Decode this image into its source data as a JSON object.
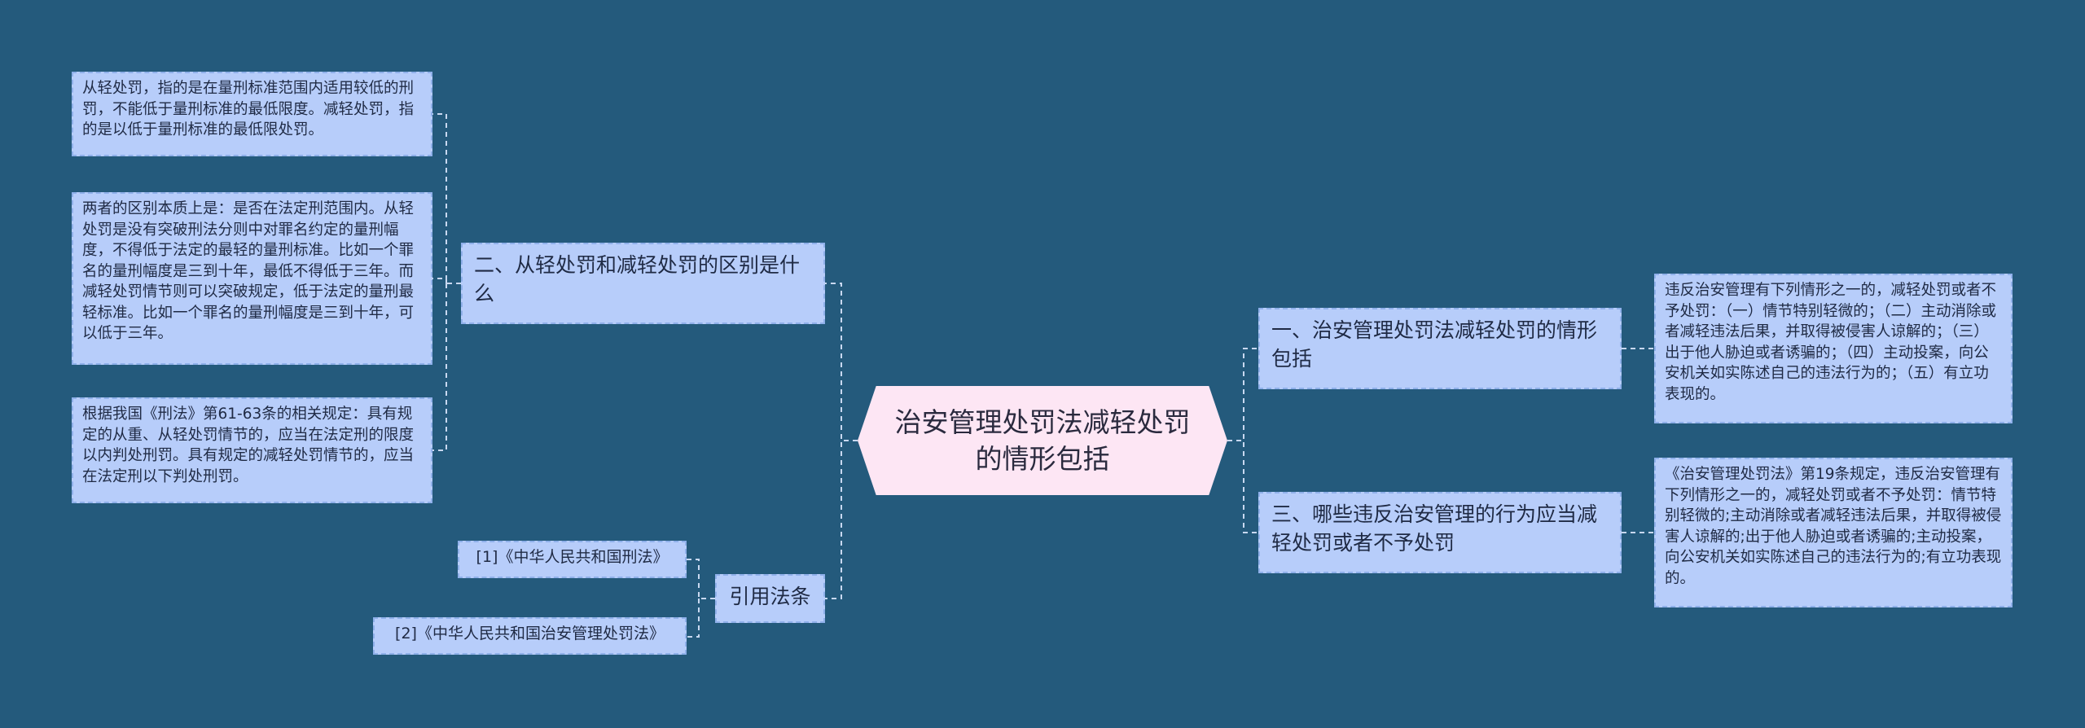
{
  "center": {
    "title": "治安管理处罚法减轻处罚的情形包括"
  },
  "branches": {
    "difference": "二、从轻处罚和减轻处罚的区别是什么",
    "situations": "一、治安管理处罚法减轻处罚的情形包括",
    "violations": "三、哪些违反治安管理的行为应当减轻处罚或者不予处罚",
    "citations": "引用法条"
  },
  "leaves": {
    "definition": "从轻处罚，指的是在量刑标准范围内适用较低的刑罚，不能低于量刑标准的最低限度。减轻处罚，指的是以低于量刑标准的最低限处罚。",
    "essence": "两者的区别本质上是：是否在法定刑范围内。从轻处罚是没有突破刑法分则中对罪名约定的量刑幅度，不得低于法定的最轻的量刑标准。比如一个罪名的量刑幅度是三到十年，最低不得低于三年。而减轻处罚情节则可以突破规定，低于法定的量刑最轻标准。比如一个罪名的量刑幅度是三到十年，可以低于三年。",
    "criminal_law": "根据我国《刑法》第61-63条的相关规定：具有规定的从重、从轻处罚情节的，应当在法定刑的限度以内判处刑罚。具有规定的减轻处罚情节的，应当在法定刑以下判处刑罚。",
    "situations_detail": "违反治安管理有下列情形之一的，减轻处罚或者不予处罚：（一）情节特别轻微的；（二）主动消除或者减轻违法后果，并取得被侵害人谅解的；（三）出于他人胁迫或者诱骗的；（四）主动投案，向公安机关如实陈述自己的违法行为的；（五）有立功表现的。",
    "article19": "《治安管理处罚法》第19条规定，违反治安管理有下列情形之一的，减轻处罚或者不予处罚：情节特别轻微的;主动消除或者减轻违法后果，并取得被侵害人谅解的;出于他人胁迫或者诱骗的;主动投案，向公安机关如实陈述自己的违法行为的;有立功表现的。"
  },
  "references": {
    "ref1": "[1]《中华人民共和国刑法》",
    "ref2": "[2]《中华人民共和国治安管理处罚法》"
  },
  "colors": {
    "background": "#245a7c",
    "node_fill": "#b7cdfa",
    "node_border": "#8fb0ea",
    "center_fill": "#fde6f4",
    "connector": "#c8d8f0"
  }
}
